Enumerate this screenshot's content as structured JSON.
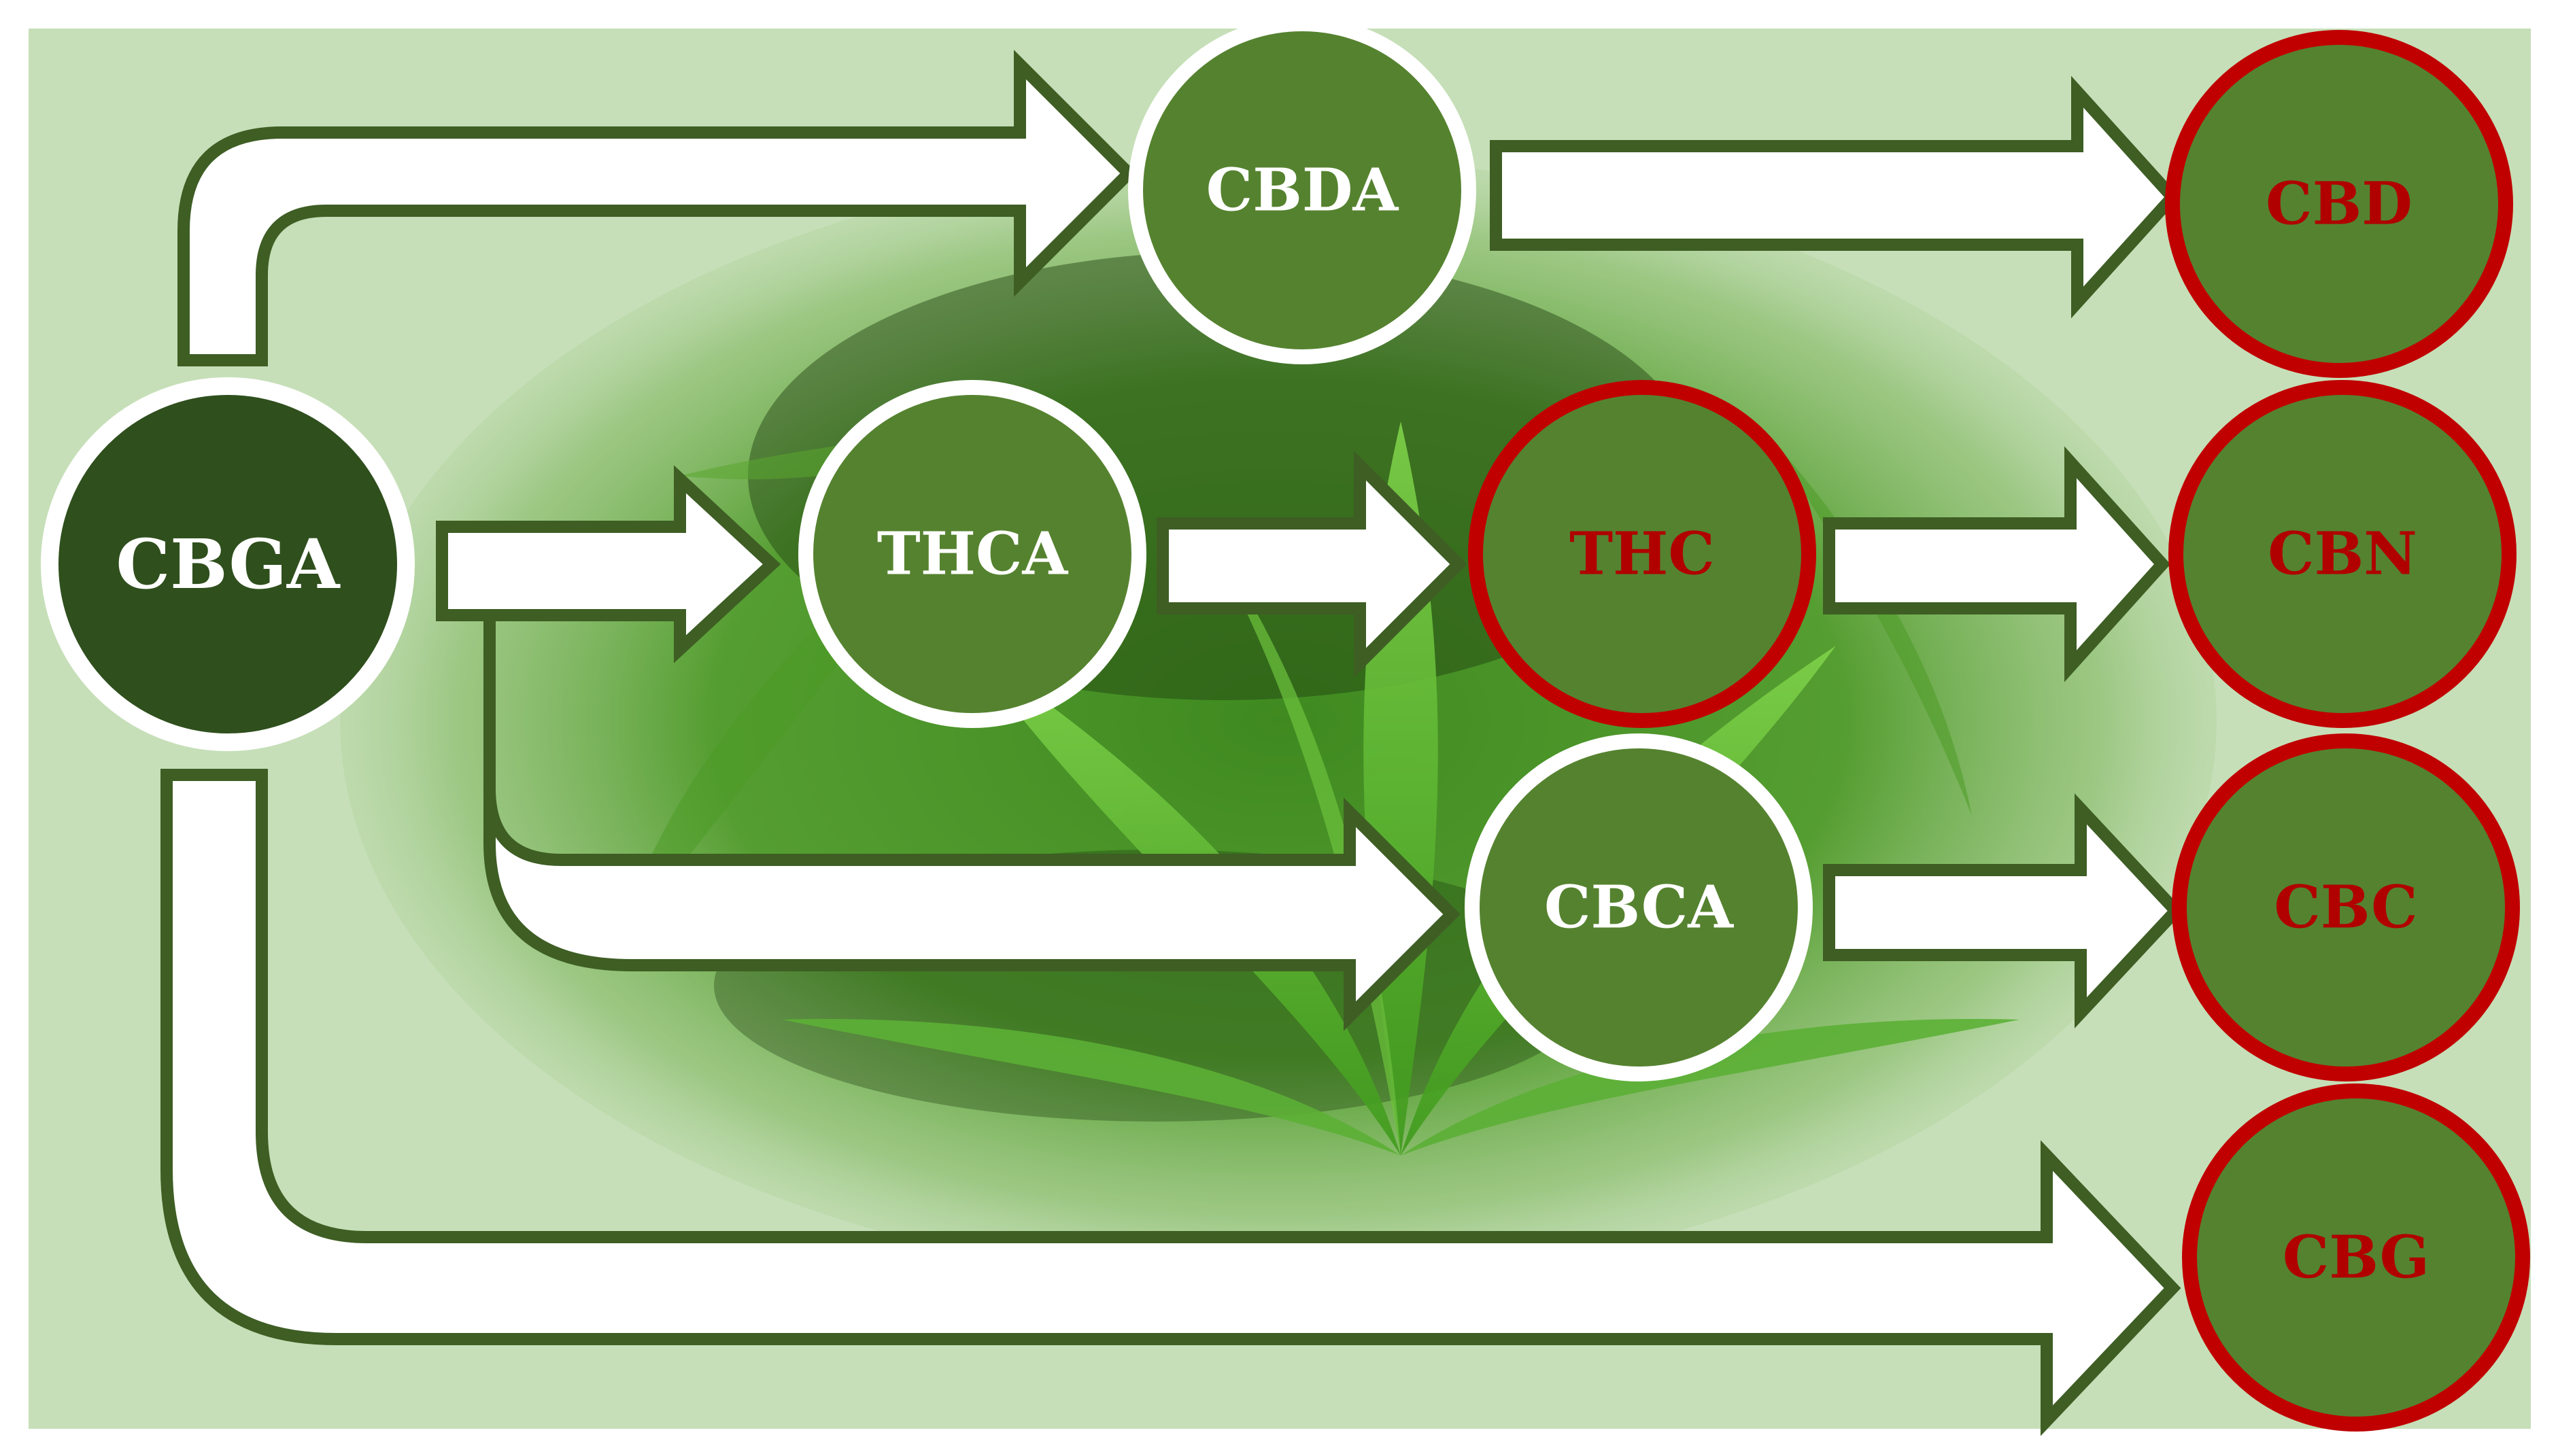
{
  "colors": {
    "background": "#c6dfb8",
    "arrow_fill": "#ffffff",
    "arrow_stroke": "#3e5e24",
    "node_dark": "#2f4f1d",
    "node_mid": "#55822f",
    "ring_white": "#ffffff",
    "ring_red": "#c00000",
    "label_white": "#ffffff",
    "label_red": "#b00000"
  },
  "nodes": {
    "cbga": {
      "label": "CBGA",
      "style": "precursor"
    },
    "cbda": {
      "label": "CBDA",
      "style": "acid"
    },
    "thca": {
      "label": "THCA",
      "style": "acid"
    },
    "cbca": {
      "label": "CBCA",
      "style": "acid"
    },
    "thc": {
      "label": "THC",
      "style": "product"
    },
    "cbd": {
      "label": "CBD",
      "style": "product"
    },
    "cbn": {
      "label": "CBN",
      "style": "product"
    },
    "cbc": {
      "label": "CBC",
      "style": "product"
    },
    "cbg": {
      "label": "CBG",
      "style": "product"
    }
  },
  "edges": [
    {
      "from": "CBGA",
      "to": "CBDA"
    },
    {
      "from": "CBGA",
      "to": "THCA"
    },
    {
      "from": "CBGA",
      "to": "CBCA"
    },
    {
      "from": "CBGA",
      "to": "CBG"
    },
    {
      "from": "CBDA",
      "to": "CBD"
    },
    {
      "from": "THCA",
      "to": "THC"
    },
    {
      "from": "THC",
      "to": "CBN"
    },
    {
      "from": "CBCA",
      "to": "CBC"
    }
  ],
  "background_image": {
    "subject": "cannabis-leaves",
    "icon": "leaf-icon"
  }
}
